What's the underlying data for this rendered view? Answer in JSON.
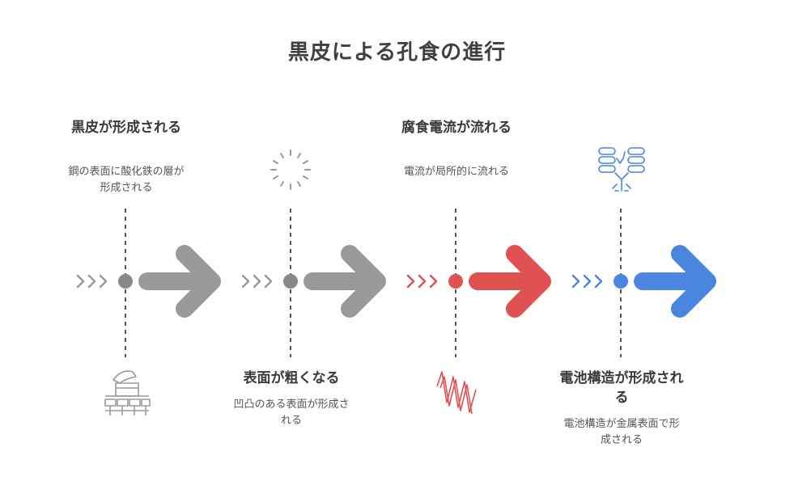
{
  "title": "黒皮による孔食の進行",
  "stages": [
    {
      "heading": "黒皮が形成される",
      "description": "鋼の表面に酸化鉄の層が形成される",
      "color": "#999999",
      "icon": "bucket-stack-icon"
    },
    {
      "heading": "表面が粗くなる",
      "description": "凹凸のある表面が形成される",
      "color": "#999999",
      "icon": "dotted-circle-icon"
    },
    {
      "heading": "腐食電流が流れる",
      "description": "電流が局所的に流れる",
      "color": "#e05252",
      "icon": "zigzag-spring-icon"
    },
    {
      "heading": "電池構造が形成される",
      "description": "電池構造が金属表面で形成される",
      "color": "#4a86e0",
      "icon": "battery-cells-icon"
    }
  ]
}
